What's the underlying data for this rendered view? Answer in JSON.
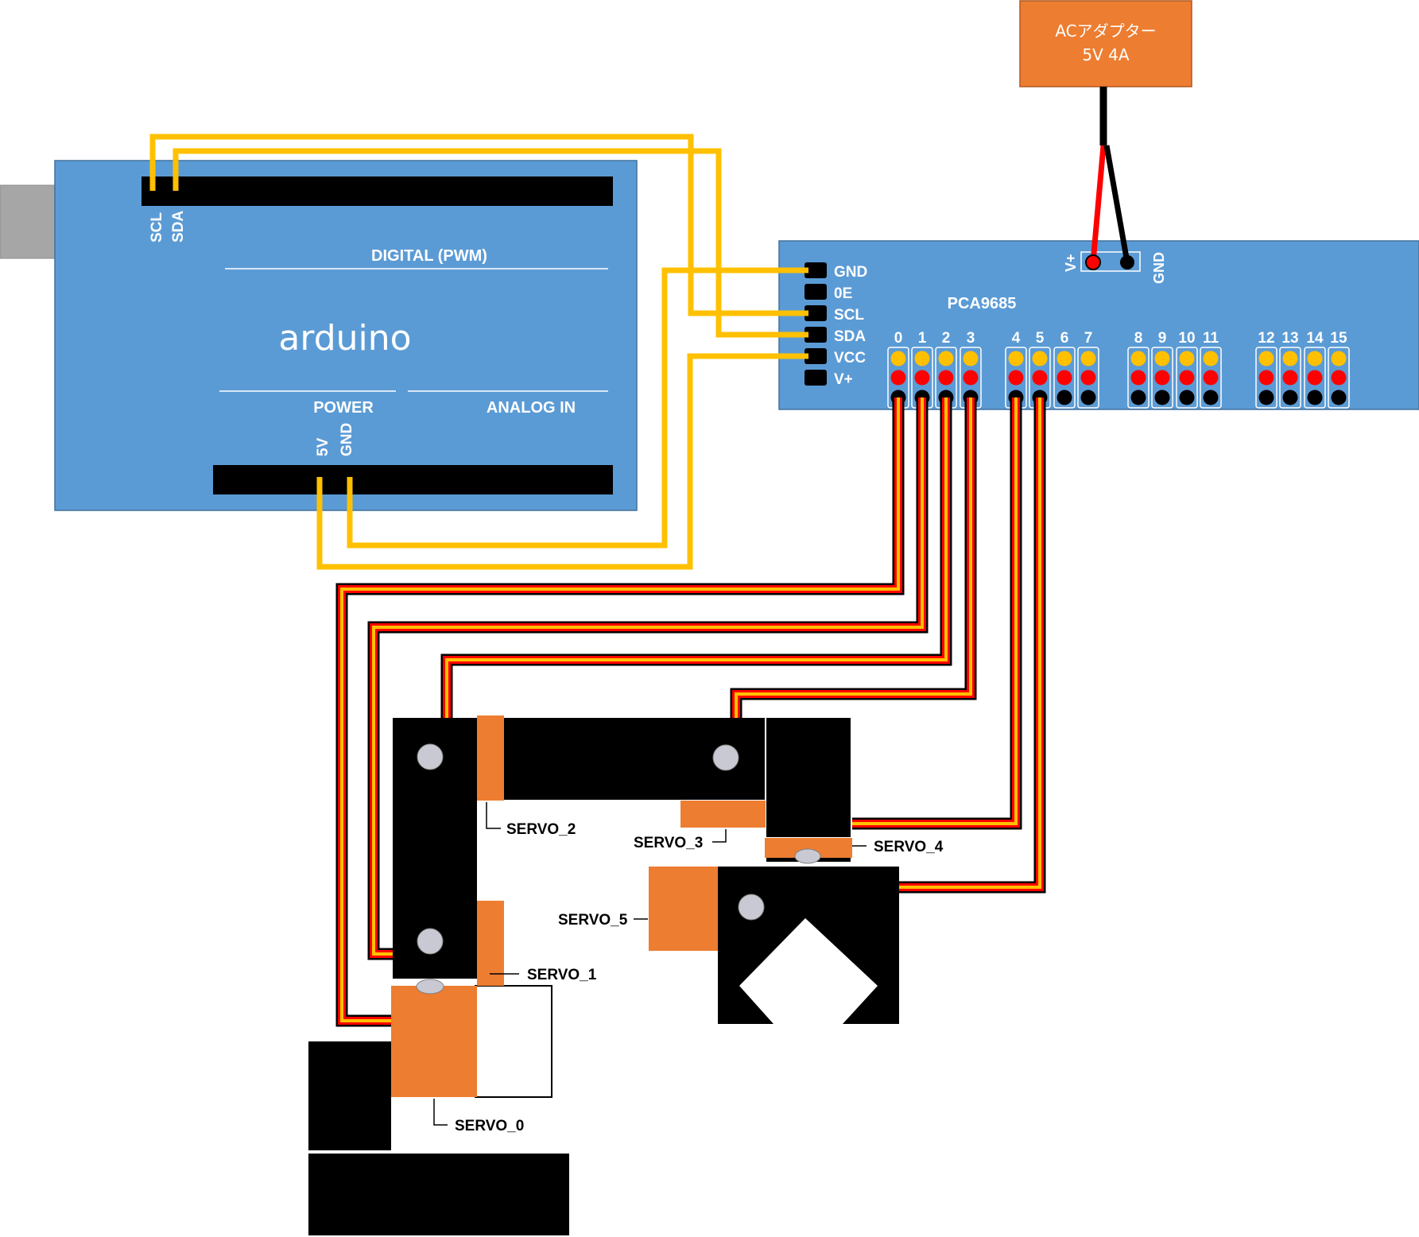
{
  "arduino": {
    "logo": "arduino",
    "digital_label": "DIGITAL (PWM)",
    "power_label": "POWER",
    "analog_label": "ANALOG IN",
    "pin_scl": "SCL",
    "pin_sda": "SDA",
    "pin_5v": "5V",
    "pin_gnd": "GND",
    "board_color": "#5b9bd5"
  },
  "pca9685": {
    "name": "PCA9685",
    "left_pins": [
      "GND",
      "0E",
      "SCL",
      "SDA",
      "VCC",
      "V+"
    ],
    "power_vplus": "V+",
    "power_gnd": "GND",
    "channels": [
      "0",
      "1",
      "2",
      "3",
      "4",
      "5",
      "6",
      "7",
      "8",
      "9",
      "10",
      "11",
      "12",
      "13",
      "14",
      "15"
    ]
  },
  "adapter": {
    "title": "ACアダプター",
    "spec": "5V   4A",
    "color": "#ed7d31"
  },
  "servos": [
    "SERVO_0",
    "SERVO_1",
    "SERVO_2",
    "SERVO_3",
    "SERVO_4",
    "SERVO_5"
  ],
  "colors": {
    "i2c_wire": "#ffc000",
    "signal": "#ffc000",
    "power": "#ff0000",
    "ground": "#000000",
    "servo_body": "#ed7d31",
    "arm": "#000000"
  }
}
